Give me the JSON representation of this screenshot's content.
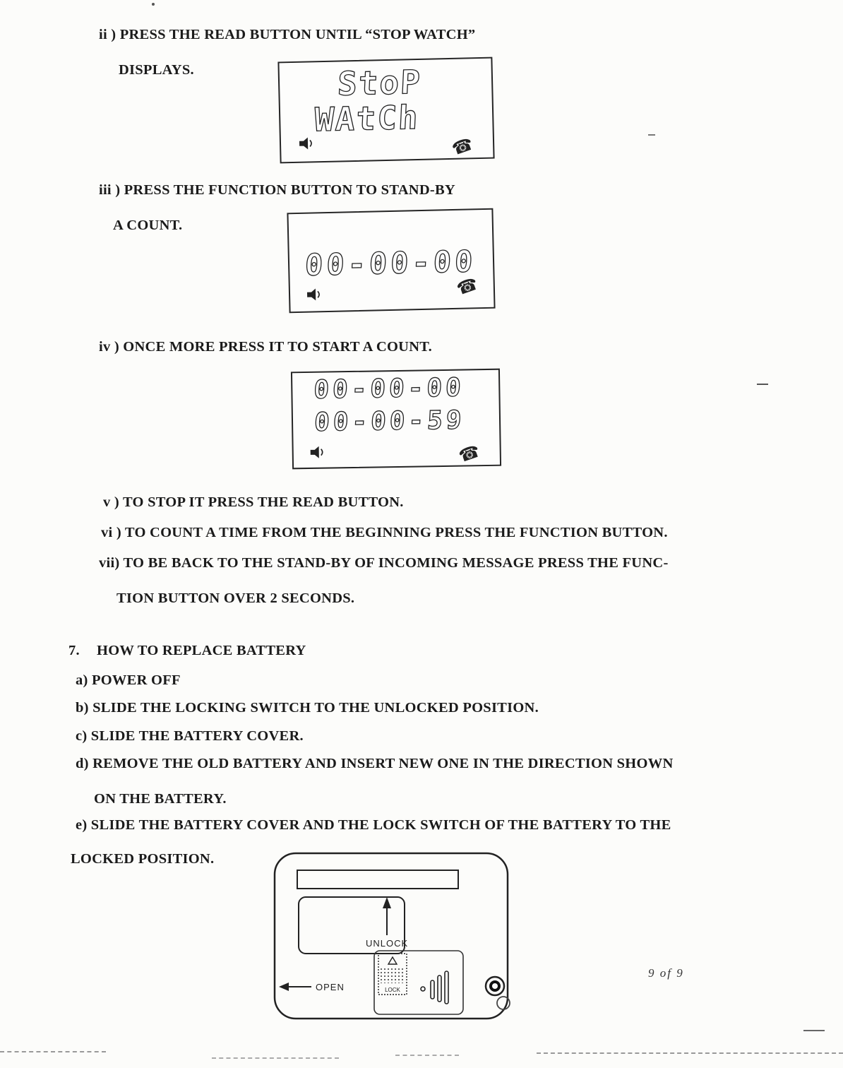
{
  "doc": {
    "steps": {
      "ii_line1": "ii ) PRESS THE READ BUTTON UNTIL “STOP WATCH”",
      "ii_line2": "DISPLAYS.",
      "iii_line1": "iii ) PRESS THE FUNCTION BUTTON TO STAND-BY",
      "iii_line2": "A COUNT.",
      "iv": "iv ) ONCE MORE PRESS IT TO START A COUNT.",
      "v": "v ) TO STOP IT PRESS THE READ BUTTON.",
      "vi": "vi ) TO COUNT A TIME FROM THE BEGINNING PRESS THE FUNCTION BUTTON.",
      "vii_line1": "vii) TO BE BACK TO THE STAND-BY OF INCOMING MESSAGE PRESS THE FUNC-",
      "vii_line2": "TION BUTTON OVER 2 SECONDS."
    },
    "lcd_stopwatch": {
      "line1": "StoP",
      "line2": "WAtCh"
    },
    "lcd_standby": {
      "line1": "00-00-00"
    },
    "lcd_counting": {
      "line1": "00-00-00",
      "line2": "00-00-59"
    },
    "icons": {
      "phone": "☎"
    },
    "battery_section": {
      "number": "7.",
      "title": "HOW TO REPLACE BATTERY",
      "item_a": "a) POWER OFF",
      "item_b": "b) SLIDE THE LOCKING SWITCH TO THE UNLOCKED POSITION.",
      "item_c": "c) SLIDE THE BATTERY COVER.",
      "item_d_line1": "d) REMOVE THE OLD BATTERY AND INSERT NEW ONE IN THE DIRECTION SHOWN",
      "item_d_line2": "ON THE BATTERY.",
      "item_e_line1": "e) SLIDE THE BATTERY COVER AND THE LOCK SWITCH OF THE BATTERY TO THE",
      "item_e_line2": "LOCKED POSITION."
    },
    "diagram_labels": {
      "unlock": "UNLOCK",
      "open": "OPEN",
      "lock": "LOCK"
    },
    "footer": {
      "page_number": "9 of 9"
    }
  }
}
